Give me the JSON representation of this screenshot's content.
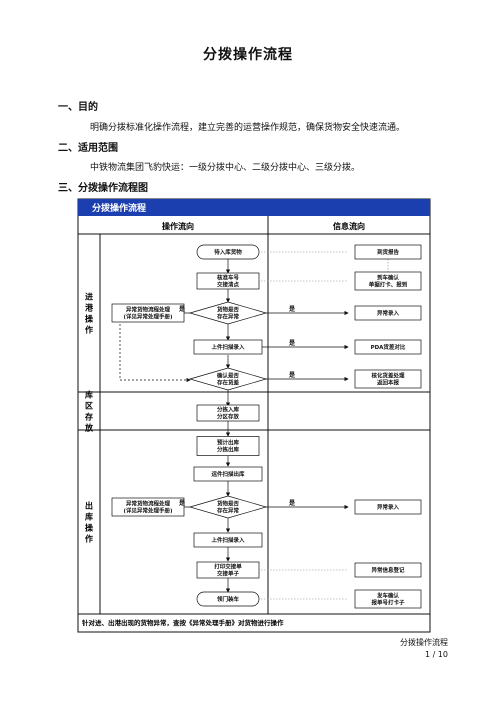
{
  "doc": {
    "title": "分拨操作流程",
    "sections": [
      {
        "heading": "一、目的",
        "body": "明确分拨标准化操作流程，建立完善的运营操作规范，确保货物安全快速流通。"
      },
      {
        "heading": "二、适用范围",
        "body": "中铁物流集团飞豹快运：一级分拨中心、二级分拨中心、三级分拨。"
      },
      {
        "heading": "三、分拨操作流程图",
        "body": ""
      }
    ]
  },
  "flow": {
    "header": "分拨操作流程",
    "col_ops": "操作流向",
    "col_info": "信息流向",
    "lanes": [
      "进港操作",
      "库区存放",
      "出库操作"
    ],
    "yes_label": "是",
    "ops_nodes": {
      "n1": "待入库货物",
      "n2": "核准车号\n交接清点",
      "n3": "货物是否\n存在异常",
      "n4": "上件扫描录入",
      "n5": "确认是否\n存在货差",
      "n6": "分拣入库\n分区存放",
      "n7": "预计出库\n分拣出库",
      "n8": "运件扫描出库",
      "n9": "货物是否\n存在异常",
      "n10": "上件扫描录入",
      "n11": "打印交接单\n交接单子",
      "n12": "领门装车"
    },
    "side_nodes": {
      "s1": "异常货物流程处理\n(详见异常处理手册)",
      "s2": "异常货物流程处理\n(详见异常处理手册)"
    },
    "info_nodes": {
      "i1": "到货报告",
      "i2": "到车确认\n单据打卡、报到",
      "i3": "异常录入",
      "i4": "PDA货差对比",
      "i5": "核化货差处理\n返回本报",
      "i6": "异常录入",
      "i7": "异常信息登记",
      "i8": "发车确认\n报单号打卡子"
    },
    "note": "针对进、出港出现的货物异常，查按《异常处理手册》对货物进行操作"
  },
  "footer": {
    "doc_name": "分拨操作流程",
    "page": "1 / 10"
  }
}
